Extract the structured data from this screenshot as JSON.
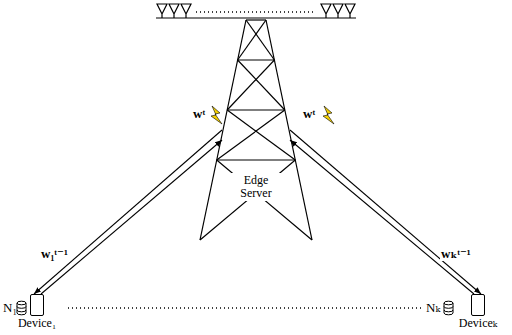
{
  "diagram": {
    "nodes": [
      {
        "text": [
          "Edge Server"
        ]
      },
      {
        "text": [
          "Device₁"
        ]
      },
      {
        "text": [
          "Deviceₖ"
        ]
      }
    ],
    "edges": [
      {
        "from": 0,
        "to": 1,
        "arrow": "to",
        "label": "wᵗ"
      },
      {
        "from": 1,
        "to": 0,
        "arrow": "to",
        "label": "w₁ᵗ⁻¹"
      },
      {
        "from": 0,
        "to": 2,
        "arrow": "to",
        "label": "wᵗ"
      },
      {
        "from": 2,
        "to": 0,
        "arrow": "to",
        "label": "wₖᵗ⁻¹"
      }
    ],
    "labels": [
      "N₁",
      "Nₖ"
    ]
  }
}
